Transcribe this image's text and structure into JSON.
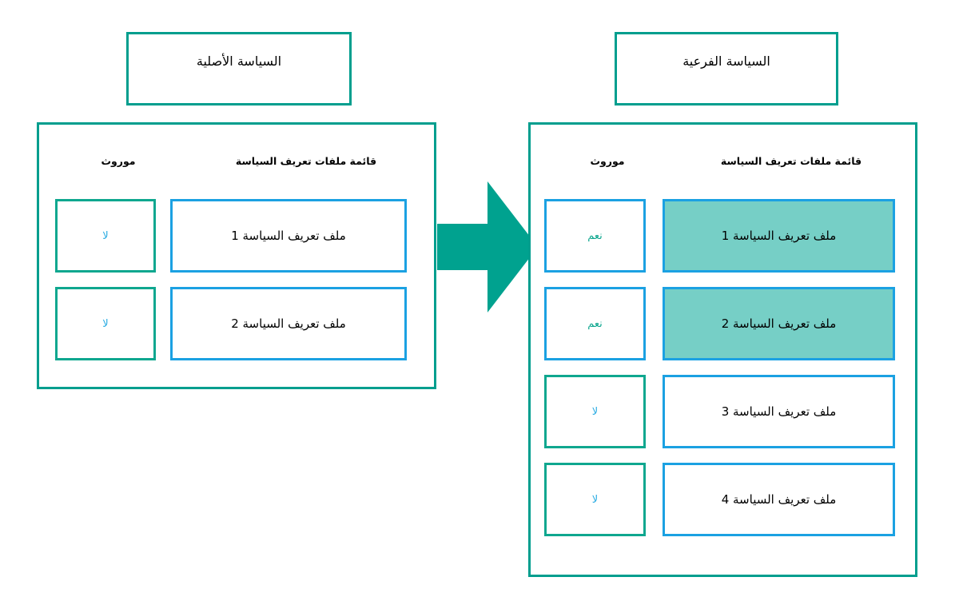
{
  "diagram": {
    "colors": {
      "teal_border": "#009E8E",
      "blue_border": "#1BA1E2",
      "highlight_fill": "#76CFC6",
      "arrow_fill": "#00A28F",
      "yes_text": "#0FA78F",
      "no_text": "#29ABE2"
    },
    "arrow_icon_name": "right-arrow-icon"
  },
  "left": {
    "title": "السياسة الأصلية",
    "headers": {
      "name": "قائمة ملفات تعريف السياسة",
      "inherited": "موروث"
    },
    "rows": [
      {
        "name": "ملف تعريف السياسة 1",
        "inherited": "لا",
        "inherited_state": "no",
        "highlighted": false
      },
      {
        "name": "ملف تعريف السياسة 2",
        "inherited": "لا",
        "inherited_state": "no",
        "highlighted": false
      }
    ]
  },
  "right": {
    "title": "السياسة الفرعية",
    "headers": {
      "name": "قائمة ملفات تعريف السياسة",
      "inherited": "موروث"
    },
    "rows": [
      {
        "name": "ملف تعريف السياسة 1",
        "inherited": "نعم",
        "inherited_state": "yes",
        "highlighted": true
      },
      {
        "name": "ملف تعريف السياسة 2",
        "inherited": "نعم",
        "inherited_state": "yes",
        "highlighted": true
      },
      {
        "name": "ملف تعريف السياسة 3",
        "inherited": "لا",
        "inherited_state": "no",
        "highlighted": false
      },
      {
        "name": "ملف تعريف السياسة 4",
        "inherited": "لا",
        "inherited_state": "no",
        "highlighted": false
      }
    ]
  }
}
